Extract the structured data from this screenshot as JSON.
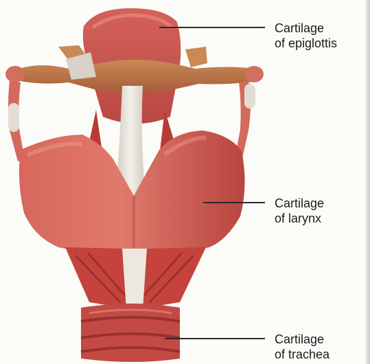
{
  "labels": [
    {
      "id": "epiglottis",
      "line1": "Cartilage",
      "line2": "of epiglottis"
    },
    {
      "id": "larynx",
      "line1": "Cartilage",
      "line2": "of larynx"
    },
    {
      "id": "trachea",
      "line1": "Cartilage",
      "line2": "of trachea"
    }
  ],
  "colors": {
    "cartilage": "#cf5b4f",
    "cartilage_shadow": "#a93a35",
    "muscle": "#c9453f",
    "ligament": "#e8e4dc",
    "leader_line": "#2a2a2a",
    "background": "#fbfbf8"
  }
}
